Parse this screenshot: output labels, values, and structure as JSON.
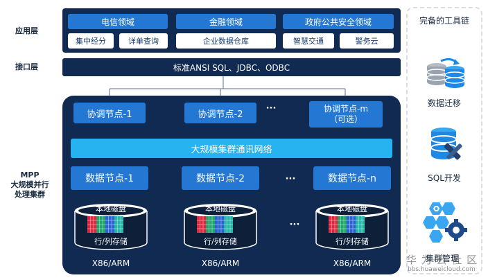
{
  "layers": {
    "application": "应用层",
    "interface": "接口层",
    "mpp_line1": "MPP",
    "mpp_line2": "大规模并行",
    "mpp_line3": "处理集群"
  },
  "app_domains": [
    {
      "title": "电信领域",
      "items": [
        "集中经分",
        "详单查询"
      ]
    },
    {
      "title": "金融领域",
      "items": [
        "企业数据仓库"
      ]
    },
    {
      "title": "政府公共安全领域",
      "items": [
        "智慧交通",
        "警务云"
      ]
    }
  ],
  "interface_text": "标准ANSI SQL、JDBC、ODBC",
  "coordinators": [
    {
      "line1": "协调节点-1",
      "line2": ""
    },
    {
      "line1": "协调节点-2",
      "line2": ""
    },
    {
      "line1": "协调节点-m",
      "line2": "（可选）"
    }
  ],
  "network": "大规模集群通讯网络",
  "data_nodes": [
    {
      "label": "数据节点-1",
      "disk": "本地磁盘",
      "storage": "行/列存储",
      "arch": "X86/ARM"
    },
    {
      "label": "数据节点-2",
      "disk": "本地磁盘",
      "storage": "行/列存储",
      "arch": "X86/ARM"
    },
    {
      "label": "数据节点-n",
      "disk": "本地磁盘",
      "storage": "行/列存储",
      "arch": "X86/ARM"
    }
  ],
  "ellipsis": "···",
  "toolchain": {
    "title": "完备的工具链",
    "tools": [
      {
        "label": "数据迁移",
        "icon": "database-migration-icon"
      },
      {
        "label": "SQL开发",
        "icon": "sql-development-icon"
      },
      {
        "label": "集群管理",
        "icon": "cluster-management-icon"
      }
    ]
  },
  "watermark": {
    "line1": "华 为 云 社 区",
    "line2": "bbs.huaweicloud.com"
  },
  "colors": {
    "navy": "#102a52",
    "blue": "#2478d4",
    "cyan": "#27b3f0",
    "text": "#163a6b"
  }
}
